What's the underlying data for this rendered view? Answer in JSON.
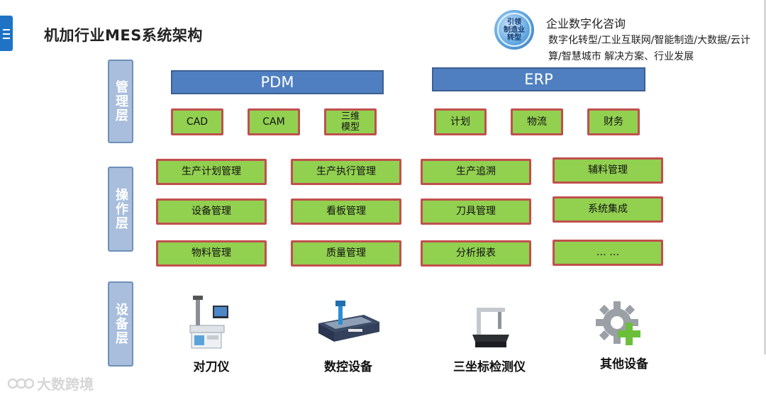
{
  "title": "机加行业MES系统架构",
  "brand": {
    "logo_text": "引领\n制造业\n转型",
    "name": "企业数字化咨询",
    "tagline": "数字化转型/工业互联网/智能制造/大数据/云计算/智慧城市 解决方案、行业发展"
  },
  "layers": {
    "management": "管理层",
    "operation": "操作层",
    "equipment": "设备层"
  },
  "management": {
    "pdm": {
      "label": "PDM",
      "items": [
        "CAD",
        "CAM",
        "三维\n模型"
      ]
    },
    "erp": {
      "label": "ERP",
      "items": [
        "计划",
        "物流",
        "财务"
      ]
    }
  },
  "operation": {
    "rows": [
      [
        "生产计划管理",
        "生产执行管理",
        "生产追溯",
        "辅料管理"
      ],
      [
        "设备管理",
        "看板管理",
        "刀具管理",
        "系统集成"
      ],
      [
        "物料管理",
        "质量管理",
        "分析报表",
        "… …"
      ]
    ]
  },
  "equipment": {
    "items": [
      "对刀仪",
      "数控设备",
      "三坐标检测仪",
      "其他设备"
    ]
  },
  "watermark": "大数跨境",
  "colors": {
    "module_fill": "#92d050",
    "module_border": "#c0504d",
    "system_box": "#4f7fc0",
    "layer_box": "#a8bedc"
  }
}
